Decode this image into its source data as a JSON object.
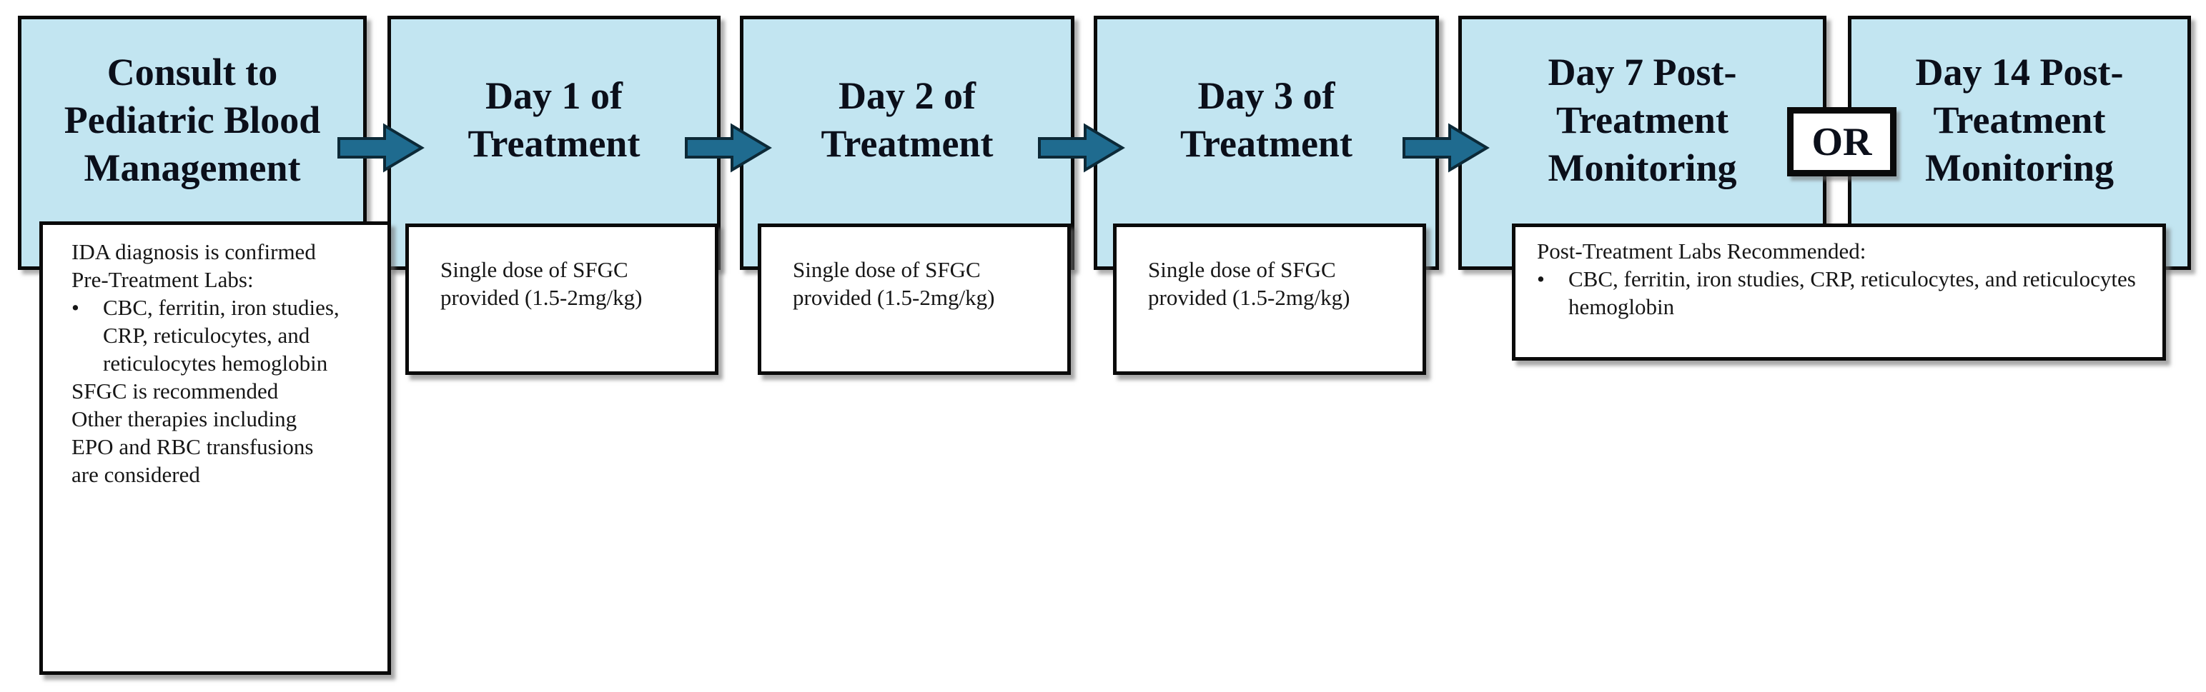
{
  "colors": {
    "stage_fill": "#C2E5F1",
    "box_border": "#0a0a0a",
    "arrow_fill": "#1F6B8F",
    "arrow_outline": "#0C2937",
    "title_text": "#0b0f1a",
    "note_text": "#161616"
  },
  "stages": [
    {
      "title": "Consult to Pediatric Blood Management",
      "title_lines": [
        "Consult to",
        "Pediatric Blood",
        "Management"
      ],
      "note": {
        "line_1": "IDA diagnosis is confirmed",
        "line_2": "Pre-Treatment Labs:",
        "bullet_glyph": "•",
        "bullet_1": "CBC, ferritin, iron studies, CRP, reticulocytes, and reticulocytes hemoglobin",
        "line_3": "SFGC is recommended",
        "line_4": "Other therapies including EPO and RBC transfusions are considered"
      }
    },
    {
      "title": "Day 1 of Treatment",
      "title_lines": [
        "Day 1 of",
        "Treatment"
      ],
      "note_text": "Single dose of SFGC provided (1.5-2mg/kg)"
    },
    {
      "title": "Day 2 of Treatment",
      "title_lines": [
        "Day 2 of",
        "Treatment"
      ],
      "note_text": "Single dose of SFGC provided (1.5-2mg/kg)"
    },
    {
      "title": "Day 3 of Treatment",
      "title_lines": [
        "Day 3 of",
        "Treatment"
      ],
      "note_text": "Single dose of SFGC provided (1.5-2mg/kg)"
    },
    {
      "title": "Day 7 Post-Treatment Monitoring",
      "title_lines": [
        "Day 7 Post-",
        "Treatment",
        "Monitoring"
      ]
    },
    {
      "title": "Day 14 Post-Treatment Monitoring",
      "title_lines": [
        "Day 14 Post-",
        "Treatment",
        "Monitoring"
      ]
    }
  ],
  "shared_note": {
    "heading": "Post-Treatment Labs Recommended:",
    "bullet_glyph": "•",
    "bullet_1": "CBC, ferritin, iron studies, CRP, reticulocytes, and reticulocytes hemoglobin"
  },
  "or_label": "OR"
}
